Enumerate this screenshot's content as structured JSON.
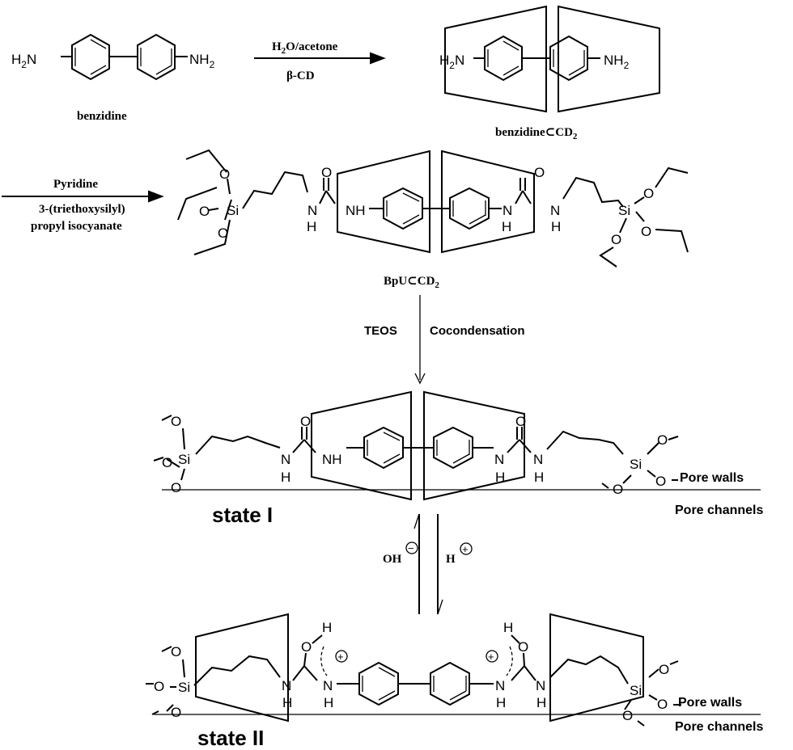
{
  "atoms": {
    "nh2": "NH",
    "h2n": "H",
    "n_part": "N",
    "sub2": "2",
    "nh": "NH",
    "h": "H",
    "n": "N",
    "o": "O",
    "si": "Si",
    "plus": "+",
    "minus": "−"
  },
  "step1": {
    "reactant": "benzidine",
    "reagent_top_a": "H",
    "reagent_top_sub": "2",
    "reagent_top_b": "O/acetone",
    "reagent_bottom": "β-CD",
    "product_a": "benzidine⊂CD",
    "product_sub": "2"
  },
  "step2": {
    "reagent_1": "Pyridine",
    "reagent_2": "3-(triethoxysilyl)",
    "reagent_3": "propyl isocyanate",
    "product_a": "BpU⊂CD",
    "product_sub": "2"
  },
  "step3": {
    "left": "TEOS",
    "right": "Cocondensation"
  },
  "states": {
    "state1": "state I",
    "state2": "state II",
    "pore_walls": "Pore walls",
    "pore_channels": "Pore channels",
    "base": "OH",
    "acid": "H"
  }
}
